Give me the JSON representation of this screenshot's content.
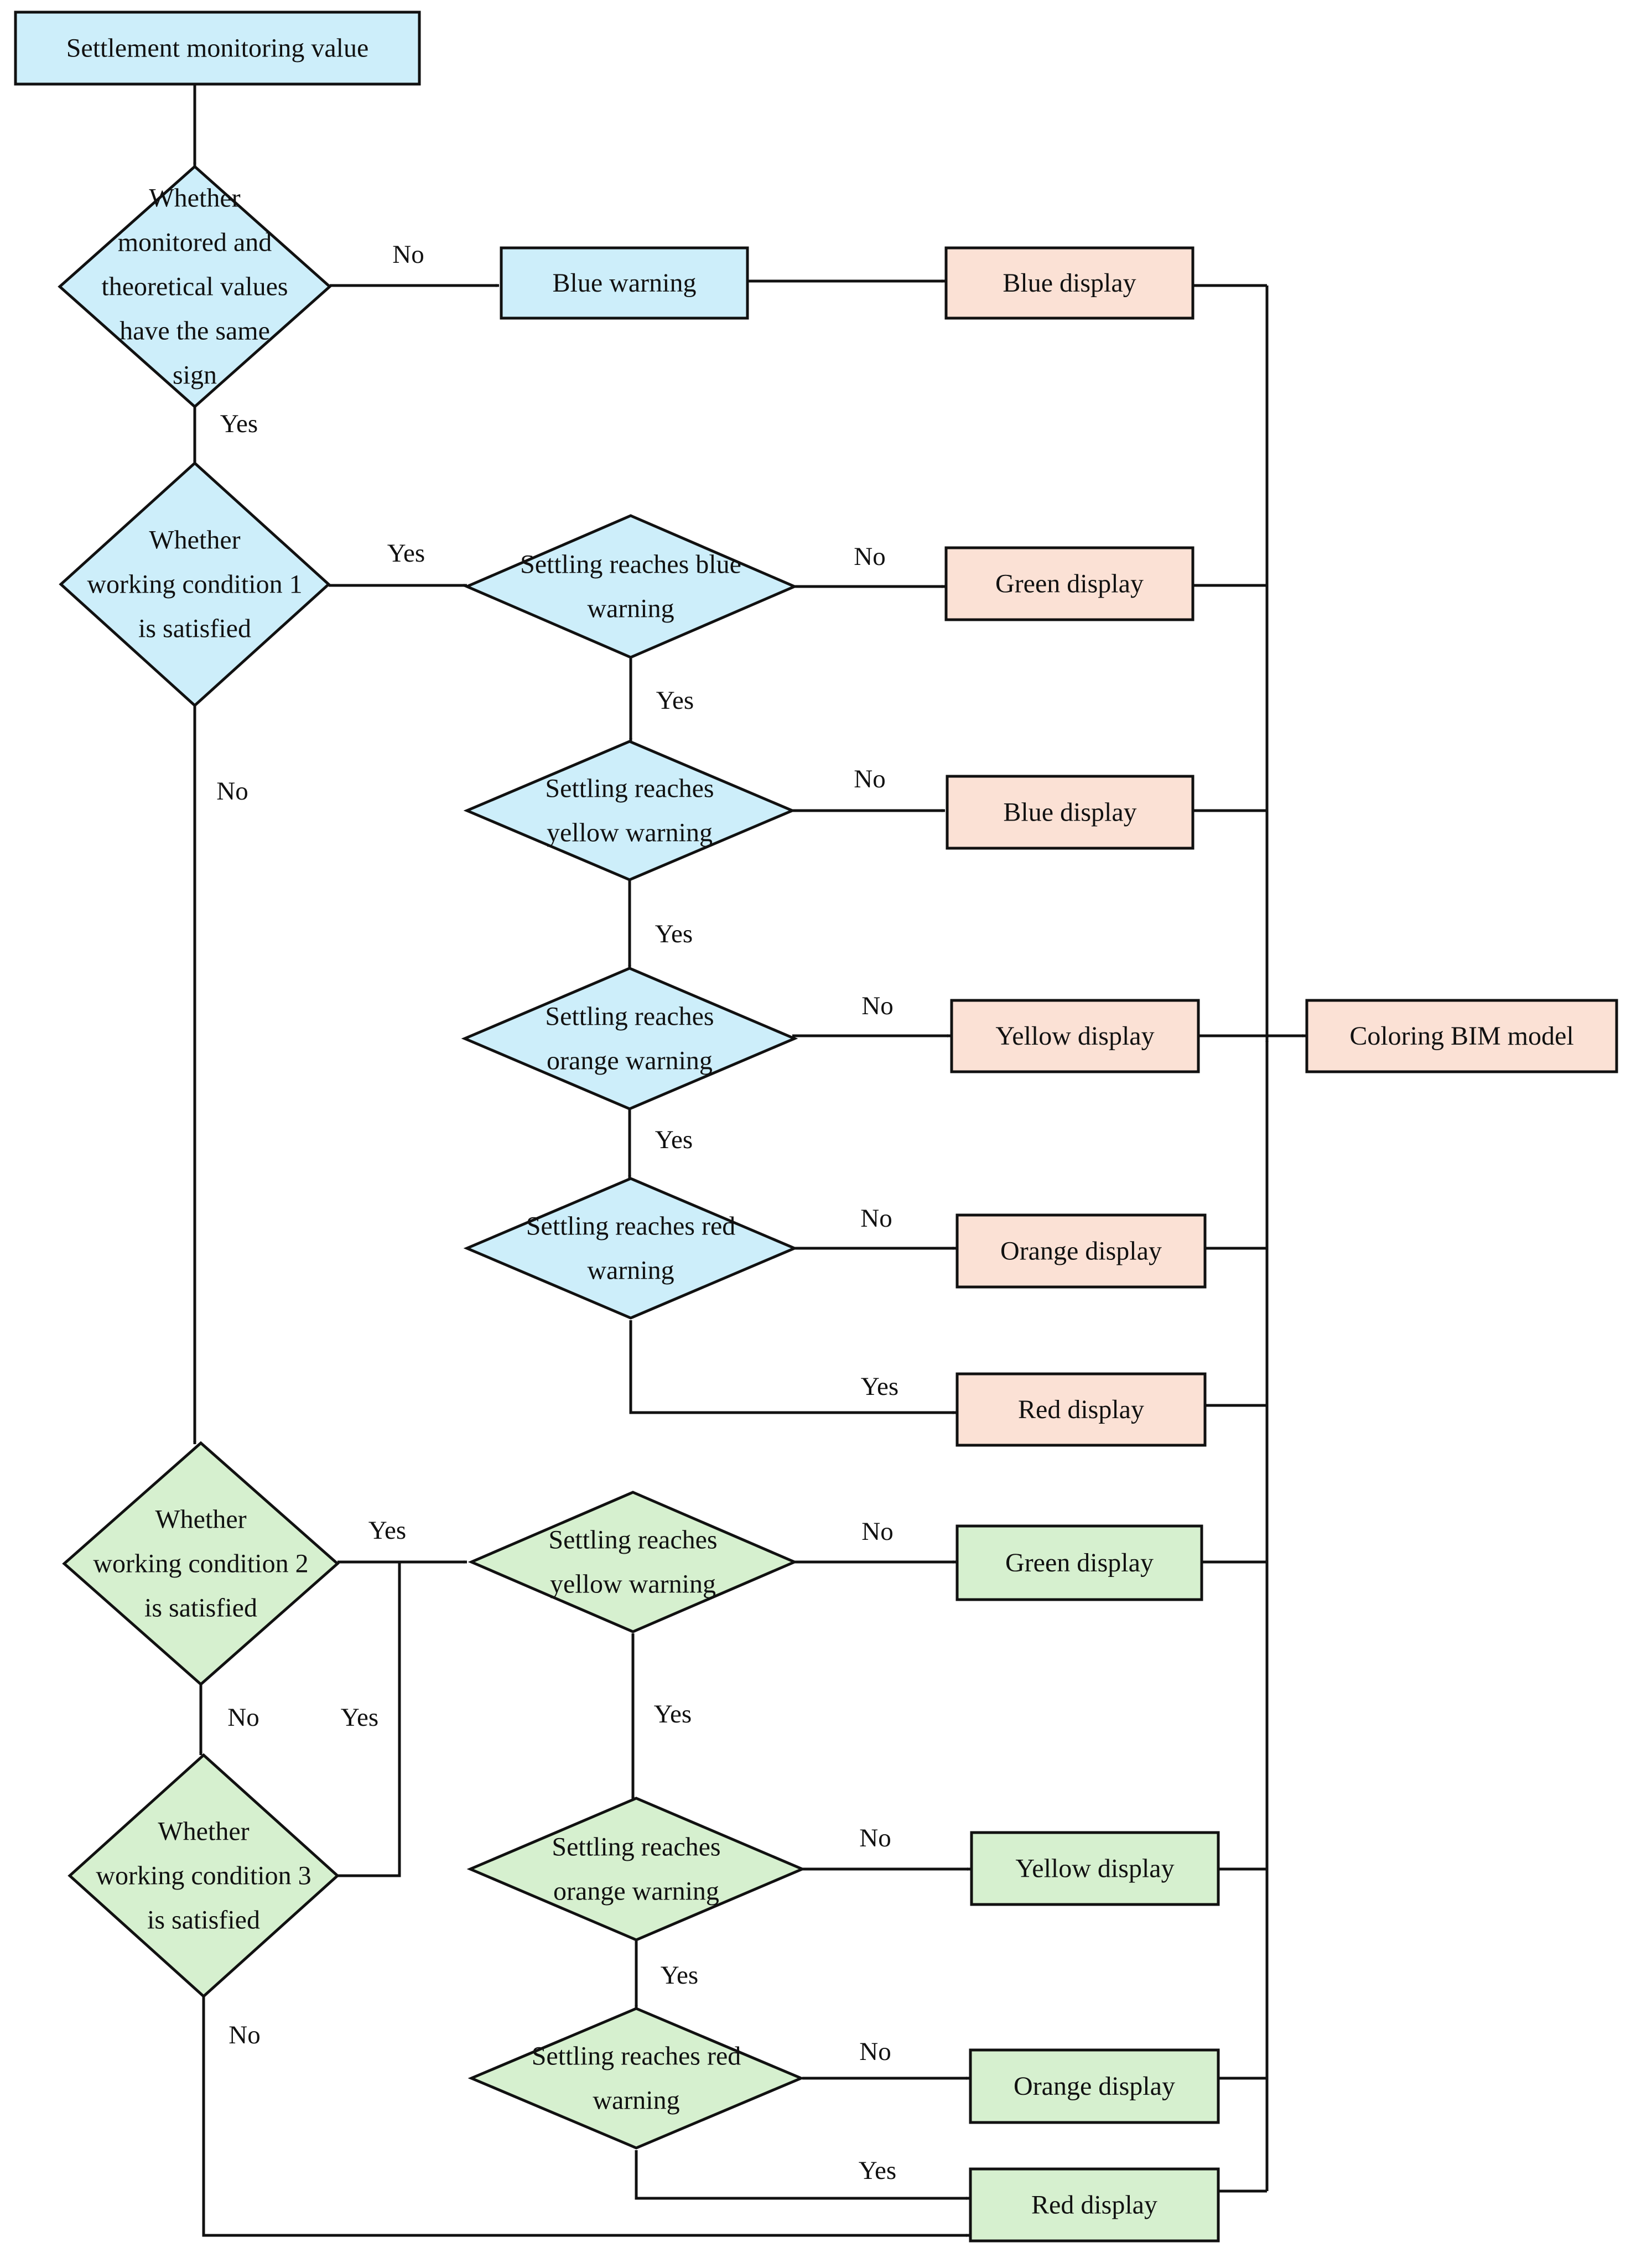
{
  "colors": {
    "blue_fill": "#cdeefa",
    "pink_fill": "#fbe1d5",
    "green_fill": "#d6f0cf",
    "stroke": "#111111"
  },
  "nodes": {
    "start": "Settlement monitoring value",
    "d_sign": [
      "Whether",
      "monitored and",
      "theoretical values",
      "have the same",
      "sign"
    ],
    "blue_warning": "Blue warning",
    "blue_display_top": "Blue display",
    "d_wc1": [
      "Whether",
      "working condition 1",
      "is satisfied"
    ],
    "d_blue_1": [
      "Settling reaches blue",
      "warning"
    ],
    "green_display_1": "Green display",
    "d_yellow_1": [
      "Settling reaches",
      "yellow warning"
    ],
    "blue_display_1": "Blue display",
    "d_orange_1": [
      "Settling reaches",
      "orange warning"
    ],
    "yellow_display_1": "Yellow display",
    "coloring_bim": "Coloring BIM model",
    "d_red_1": [
      "Settling reaches red",
      "warning"
    ],
    "orange_display_1": "Orange display",
    "red_display_1": "Red display",
    "d_wc2": [
      "Whether",
      "working condition 2",
      "is satisfied"
    ],
    "d_yellow_2": [
      "Settling reaches",
      "yellow warning"
    ],
    "green_display_2": "Green display",
    "d_wc3": [
      "Whether",
      "working condition 3",
      "is satisfied"
    ],
    "d_orange_2": [
      "Settling reaches",
      "orange warning"
    ],
    "yellow_display_2": "Yellow display",
    "d_red_2": [
      "Settling reaches red",
      "warning"
    ],
    "orange_display_2": "Orange display",
    "red_display_2": "Red display"
  },
  "edge_labels": {
    "sign_no": "No",
    "sign_yes": "Yes",
    "wc1_yes": "Yes",
    "wc1_no": "No",
    "blue1_no": "No",
    "blue1_yes": "Yes",
    "yellow1_no": "No",
    "yellow1_yes": "Yes",
    "orange1_no": "No",
    "orange1_yes": "Yes",
    "red1_no": "No",
    "red1_yes": "Yes",
    "wc2_yes": "Yes",
    "wc2_no": "No",
    "wc3_yes": "Yes",
    "wc3_no": "No",
    "yellow2_no": "No",
    "yellow2_yes": "Yes",
    "orange2_no": "No",
    "orange2_yes": "Yes",
    "red2_no": "No",
    "red2_yes": "Yes"
  }
}
